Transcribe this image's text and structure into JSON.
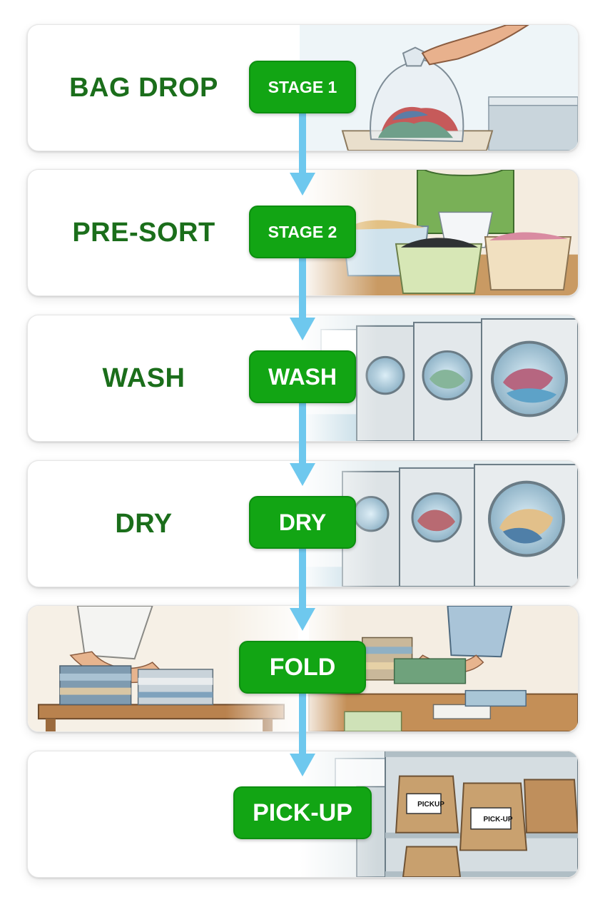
{
  "stages": [
    {
      "label": "BAG DROP",
      "badge": "STAGE 1"
    },
    {
      "label": "PRE-SORT",
      "badge": "STAGE 2"
    },
    {
      "label": "WASH",
      "badge": "WASH"
    },
    {
      "label": "DRY",
      "badge": "DRY"
    },
    {
      "badge": "FOLD"
    },
    {
      "badge": "PICK-UP"
    }
  ],
  "bag_tags": [
    "PICKUP",
    "PICK-UP"
  ],
  "colors": {
    "label_green": "#1b6e1b",
    "badge_green": "#12a514",
    "arrow_blue": "#6ec8ee"
  }
}
